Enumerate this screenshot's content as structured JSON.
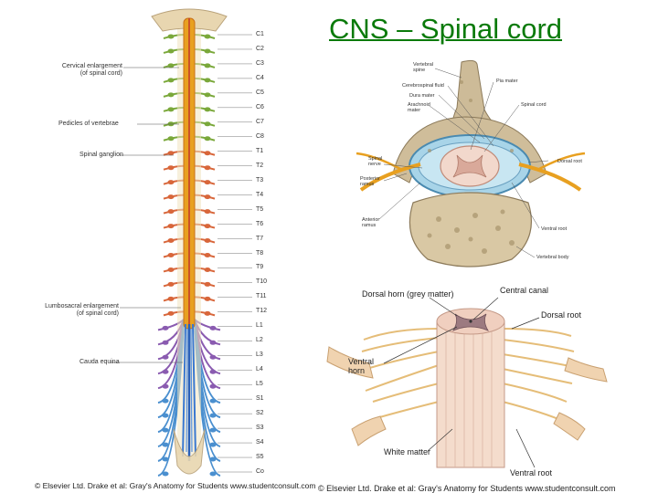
{
  "title": "CNS – Spinal cord",
  "spine": {
    "segments": [
      "C1",
      "C2",
      "C3",
      "C4",
      "C5",
      "C6",
      "C7",
      "C8",
      "T1",
      "T2",
      "T3",
      "T4",
      "T5",
      "T6",
      "T7",
      "T8",
      "T9",
      "T10",
      "T11",
      "T12",
      "L1",
      "L2",
      "L3",
      "L4",
      "L5",
      "S1",
      "S2",
      "S3",
      "S4",
      "S5",
      "Co"
    ],
    "labels": {
      "cervical": "Cervical enlargement\n(of spinal cord)",
      "pedicles": "Pedicles of vertebrae",
      "ganglion": "Spinal ganglion",
      "lumbosacral": "Lumbosacral enlargement\n(of spinal cord)",
      "cauda": "Cauda equina"
    },
    "credit": "© Elsevier Ltd. Drake et al: Gray's Anatomy for Students www.studentconsult.com"
  },
  "cross_section": {
    "labels": {
      "vertebral_spine": "Vertebral\nspine",
      "csf": "Cerebrospinal fluid",
      "dura": "Dura mater",
      "arachnoid": "Arachnoid\nmater",
      "pia": "Pia mater",
      "spinal_cord": "Spinal cord",
      "spinal_nerve": "Spinal\nnerve",
      "posterior_ramus": "Posterior\nramus",
      "dorsal_root": "Dorsal root",
      "anterior_ramus": "Anterior\nramus",
      "ventral_root": "Ventral root",
      "vertebral_body": "Vertebral body"
    }
  },
  "cord_3d": {
    "labels": {
      "dorsal_horn": "Dorsal horn (grey matter)",
      "central_canal": "Central canal",
      "dorsal_root": "Dorsal root",
      "ventral_horn": "Ventral\nhorn",
      "white_matter": "White matter",
      "ventral_root": "Ventral root"
    },
    "credit": "© Elsevier Ltd. Drake et al: Gray's Anatomy for Students www.studentconsult.com"
  },
  "colors": {
    "title": "#0a7a0a",
    "cervical_nerves": "#7aa83a",
    "thoracic_nerves": "#d8663a",
    "lumbar_nerves": "#8a5bb0",
    "sacral_nerves": "#4a8fcf",
    "cord": "#e8a020",
    "cauda": "#3a78d0"
  }
}
